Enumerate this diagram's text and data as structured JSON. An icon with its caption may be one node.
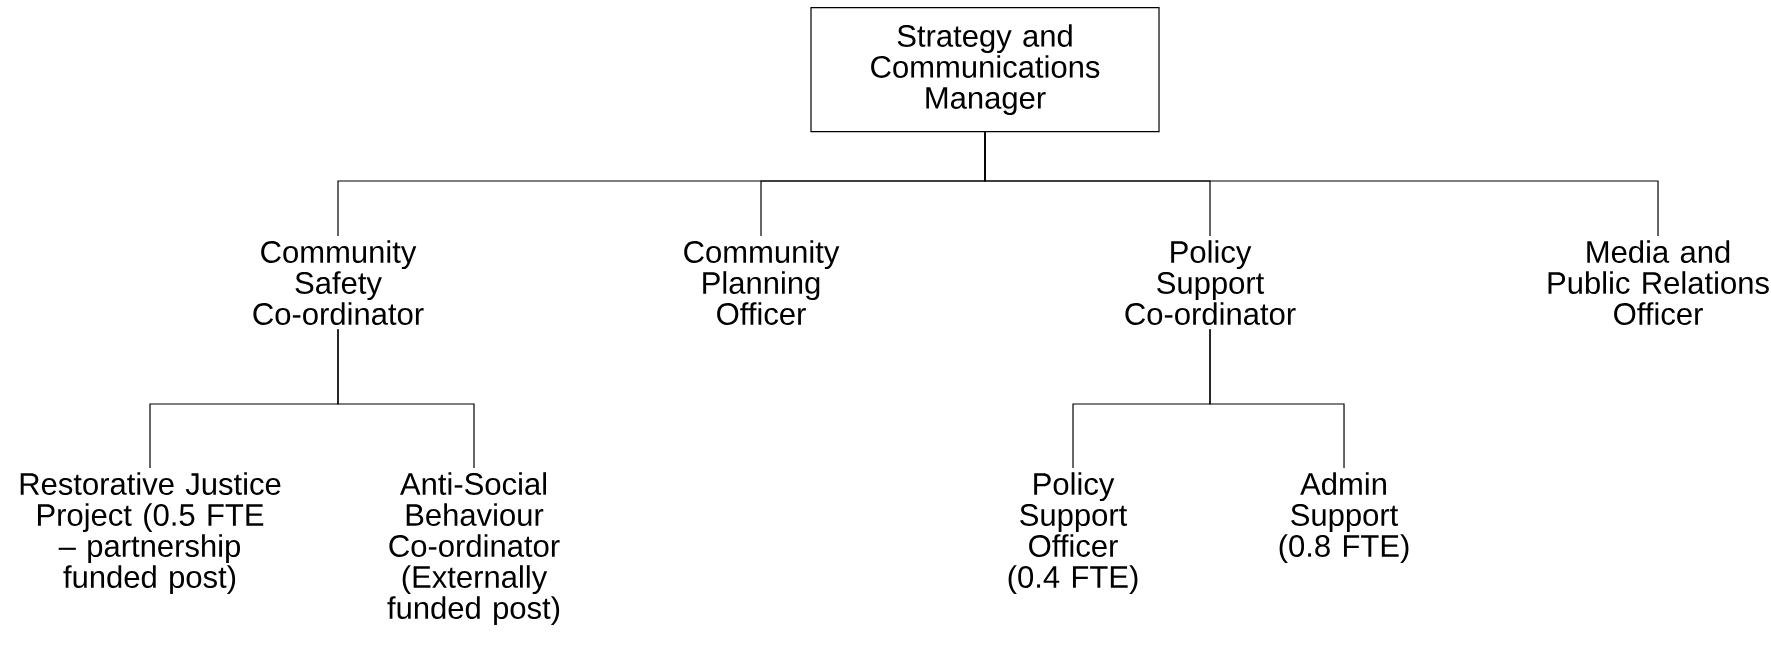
{
  "diagram": {
    "nodes": [
      {
        "text": [
          "Strategy and Communications Manager"
        ]
      },
      {
        "text": [
          "Community Safety Co-ordinator"
        ]
      },
      {
        "text": [
          "Community Planning Officer"
        ]
      },
      {
        "text": [
          "Policy Support Co-ordinator"
        ]
      },
      {
        "text": [
          "Media and Public Relations Officer"
        ]
      },
      {
        "text": [
          "Restorative Justice Project (0.5 FTE – partnership funded post)"
        ]
      },
      {
        "text": [
          "Anti-Social Behaviour Co-ordinator (Externally funded post)"
        ]
      },
      {
        "text": [
          "Policy Support Officer (0.4 FTE)"
        ]
      },
      {
        "text": [
          "Admin Support (0.8 FTE)"
        ]
      }
    ],
    "edges": [
      {
        "from": 0,
        "to": 1,
        "arrow": "none"
      },
      {
        "from": 0,
        "to": 2,
        "arrow": "none"
      },
      {
        "from": 0,
        "to": 3,
        "arrow": "none"
      },
      {
        "from": 0,
        "to": 4,
        "arrow": "none"
      },
      {
        "from": 1,
        "to": 5,
        "arrow": "none"
      },
      {
        "from": 1,
        "to": 6,
        "arrow": "none"
      },
      {
        "from": 3,
        "to": 7,
        "arrow": "none"
      },
      {
        "from": 3,
        "to": 8,
        "arrow": "none"
      }
    ]
  }
}
